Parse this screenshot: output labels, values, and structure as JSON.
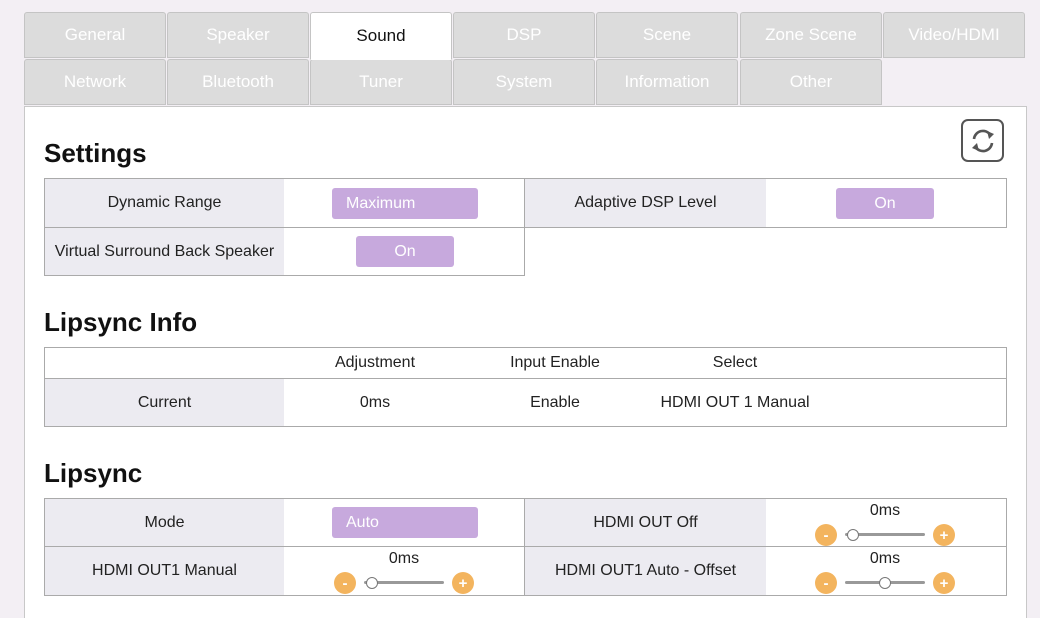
{
  "tabs": [
    "General",
    "Speaker",
    "Sound",
    "DSP",
    "Scene",
    "Zone Scene",
    "Video/HDMI",
    "Network",
    "Bluetooth",
    "Tuner",
    "System",
    "Information",
    "Other"
  ],
  "active_tab": "Sound",
  "settings": {
    "title": "Settings",
    "dynamic_range_label": "Dynamic Range",
    "dynamic_range_value": "Maximum",
    "adaptive_dsp_label": "Adaptive DSP Level",
    "adaptive_dsp_value": "On",
    "vsb_label": "Virtual Surround Back Speaker",
    "vsb_value": "On"
  },
  "lipsync_info": {
    "title": "Lipsync Info",
    "headers": [
      "Adjustment",
      "Input Enable",
      "Select"
    ],
    "row_label": "Current",
    "values": [
      "0ms",
      "Enable",
      "HDMI OUT 1 Manual"
    ]
  },
  "lipsync": {
    "title": "Lipsync",
    "mode_label": "Mode",
    "mode_value": "Auto",
    "hdmi_out_off_label": "HDMI OUT Off",
    "hdmi_out_off_value": "0ms",
    "hdmi_out1_manual_label": "HDMI OUT1 Manual",
    "hdmi_out1_manual_value": "0ms",
    "hdmi_out1_auto_offset_label": "HDMI OUT1 Auto - Offset",
    "hdmi_out1_auto_offset_value": "0ms",
    "minus_symbol": "-",
    "plus_symbol": "+"
  },
  "colors": {
    "accent_pill": "#c7a9dd",
    "stepper": "#f3b45e",
    "label_bg": "#ecebf1"
  },
  "icons": {
    "refresh": "refresh-icon"
  }
}
